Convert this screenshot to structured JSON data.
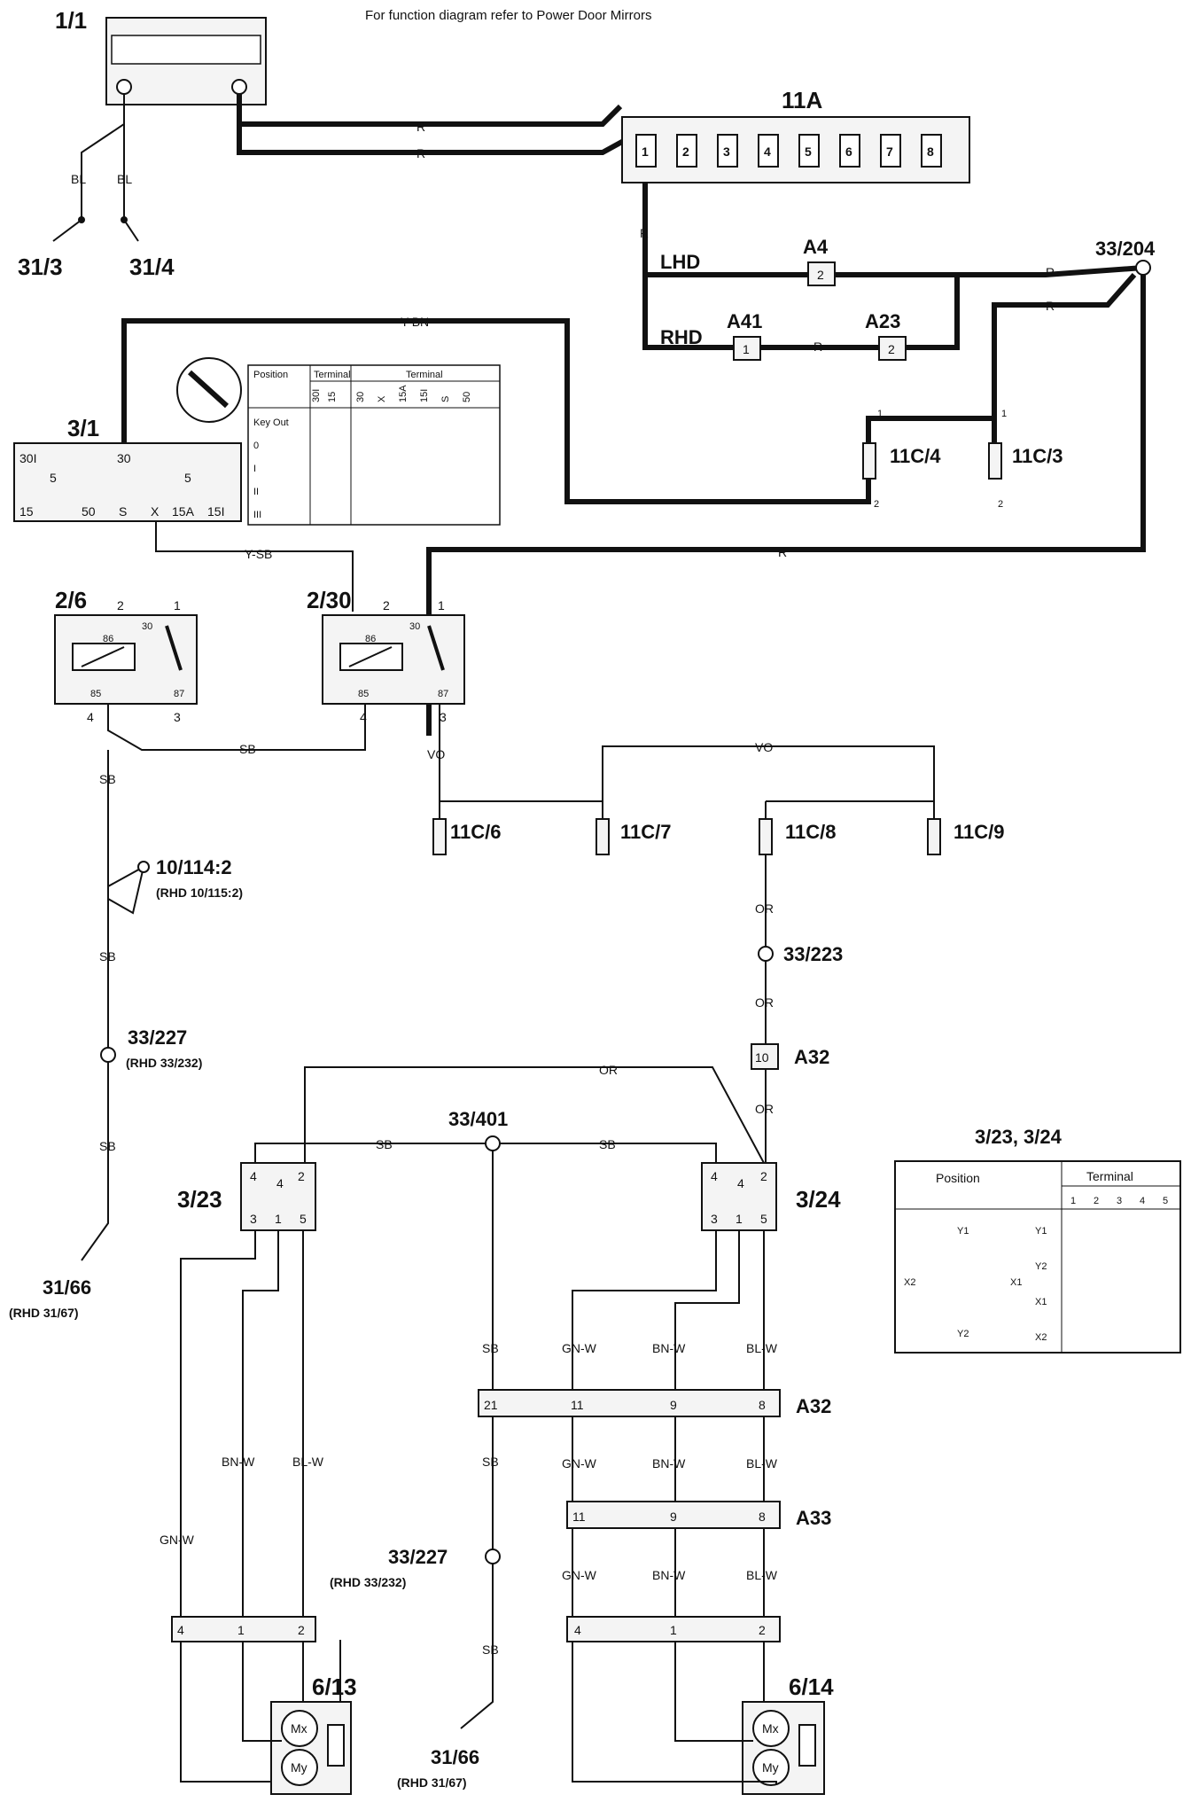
{
  "header": {
    "note": "For function diagram refer to Power Door Mirrors"
  },
  "components": {
    "battery": "1/1",
    "fuse_box": "11A",
    "fuse_numbers": [
      "1",
      "2",
      "3",
      "4",
      "5",
      "6",
      "7",
      "8"
    ],
    "ground_31_3": "31/3",
    "ground_31_4": "31/4",
    "a4": "A4",
    "a41": "A41",
    "a23": "A23",
    "splice_33_204": "33/204",
    "ignition_switch": "3/1",
    "fuse_11c4": "11C/4",
    "fuse_11c3": "11C/3",
    "relay_2_6": "2/6",
    "relay_2_30": "2/30",
    "fuse_11c6": "11C/6",
    "fuse_11c7": "11C/7",
    "fuse_11c8": "11C/8",
    "fuse_11c9": "11C/9",
    "conn_10_114": "10/114:2",
    "conn_10_114_rhd": "(RHD 10/115:2)",
    "splice_33_223": "33/223",
    "splice_33_227": "33/227",
    "splice_33_227_rhd": "(RHD 33/232)",
    "a32": "A32",
    "a32_pin": "10",
    "splice_33_401": "33/401",
    "switch_3_23": "3/23",
    "switch_3_24": "3/24",
    "ground_31_66": "31/66",
    "ground_31_66_rhd": "(RHD 31/67)",
    "a32_bar": "A32",
    "a33_bar": "A33",
    "splice_33_227b": "33/227",
    "splice_33_227b_rhd": "(RHD 33/232)",
    "mirror_6_13": "6/13",
    "mirror_6_14": "6/14",
    "ground_31_66b": "31/66",
    "ground_31_66b_rhd": "(RHD 31/67)"
  },
  "wires": {
    "bl": "BL",
    "r": "R",
    "lhd": "LHD",
    "rhd": "RHD",
    "y_bn": "Y-BN",
    "y_sb": "Y-SB",
    "sb": "SB",
    "vo": "VO",
    "or": "OR",
    "gn_w": "GN-W",
    "bn_w": "BN-W",
    "bl_w": "BL-W"
  },
  "pins": {
    "a4": "2",
    "a41": "1",
    "a23": "2",
    "a32_bar": [
      "21",
      "11",
      "9",
      "8"
    ],
    "a33_bar": [
      "11",
      "9",
      "8"
    ],
    "conn_left": [
      "4",
      "1",
      "2"
    ],
    "conn_right": [
      "4",
      "1",
      "2"
    ]
  },
  "ignition_table": {
    "header_position": "Position",
    "header_terminal1": "Terminal",
    "header_terminal2": "Terminal",
    "cols1": [
      "30I",
      "15"
    ],
    "cols2": [
      "30",
      "X",
      "15A",
      "15I",
      "S",
      "50"
    ],
    "rows": [
      "Key Out",
      "0",
      "I",
      "II",
      "III"
    ]
  },
  "ignition_terminals": {
    "top": [
      "30I",
      "30"
    ],
    "five_left": "5",
    "five_right": "5",
    "bottom": [
      "15",
      "50",
      "S",
      "X",
      "15A",
      "15I"
    ]
  },
  "relay_pins": {
    "p86": "86",
    "p30": "30",
    "p85": "85",
    "p87": "87",
    "n1": "1",
    "n2": "2",
    "n3": "3",
    "n4": "4"
  },
  "switch_table": {
    "title": "3/23, 3/24",
    "header_position": "Position",
    "header_terminal": "Terminal",
    "cols": [
      "1",
      "2",
      "3",
      "4",
      "5"
    ],
    "rows": [
      "Y1",
      "Y2",
      "X1",
      "X2"
    ],
    "sym_y1": "Y1",
    "sym_y2": "Y2",
    "sym_x1": "X1",
    "sym_x2": "X2"
  },
  "switch_pins": {
    "p4": "4",
    "p2": "2",
    "p3": "3",
    "p1": "1",
    "p5": "5"
  },
  "motor_labels": {
    "mx": "Mx",
    "my": "My"
  }
}
